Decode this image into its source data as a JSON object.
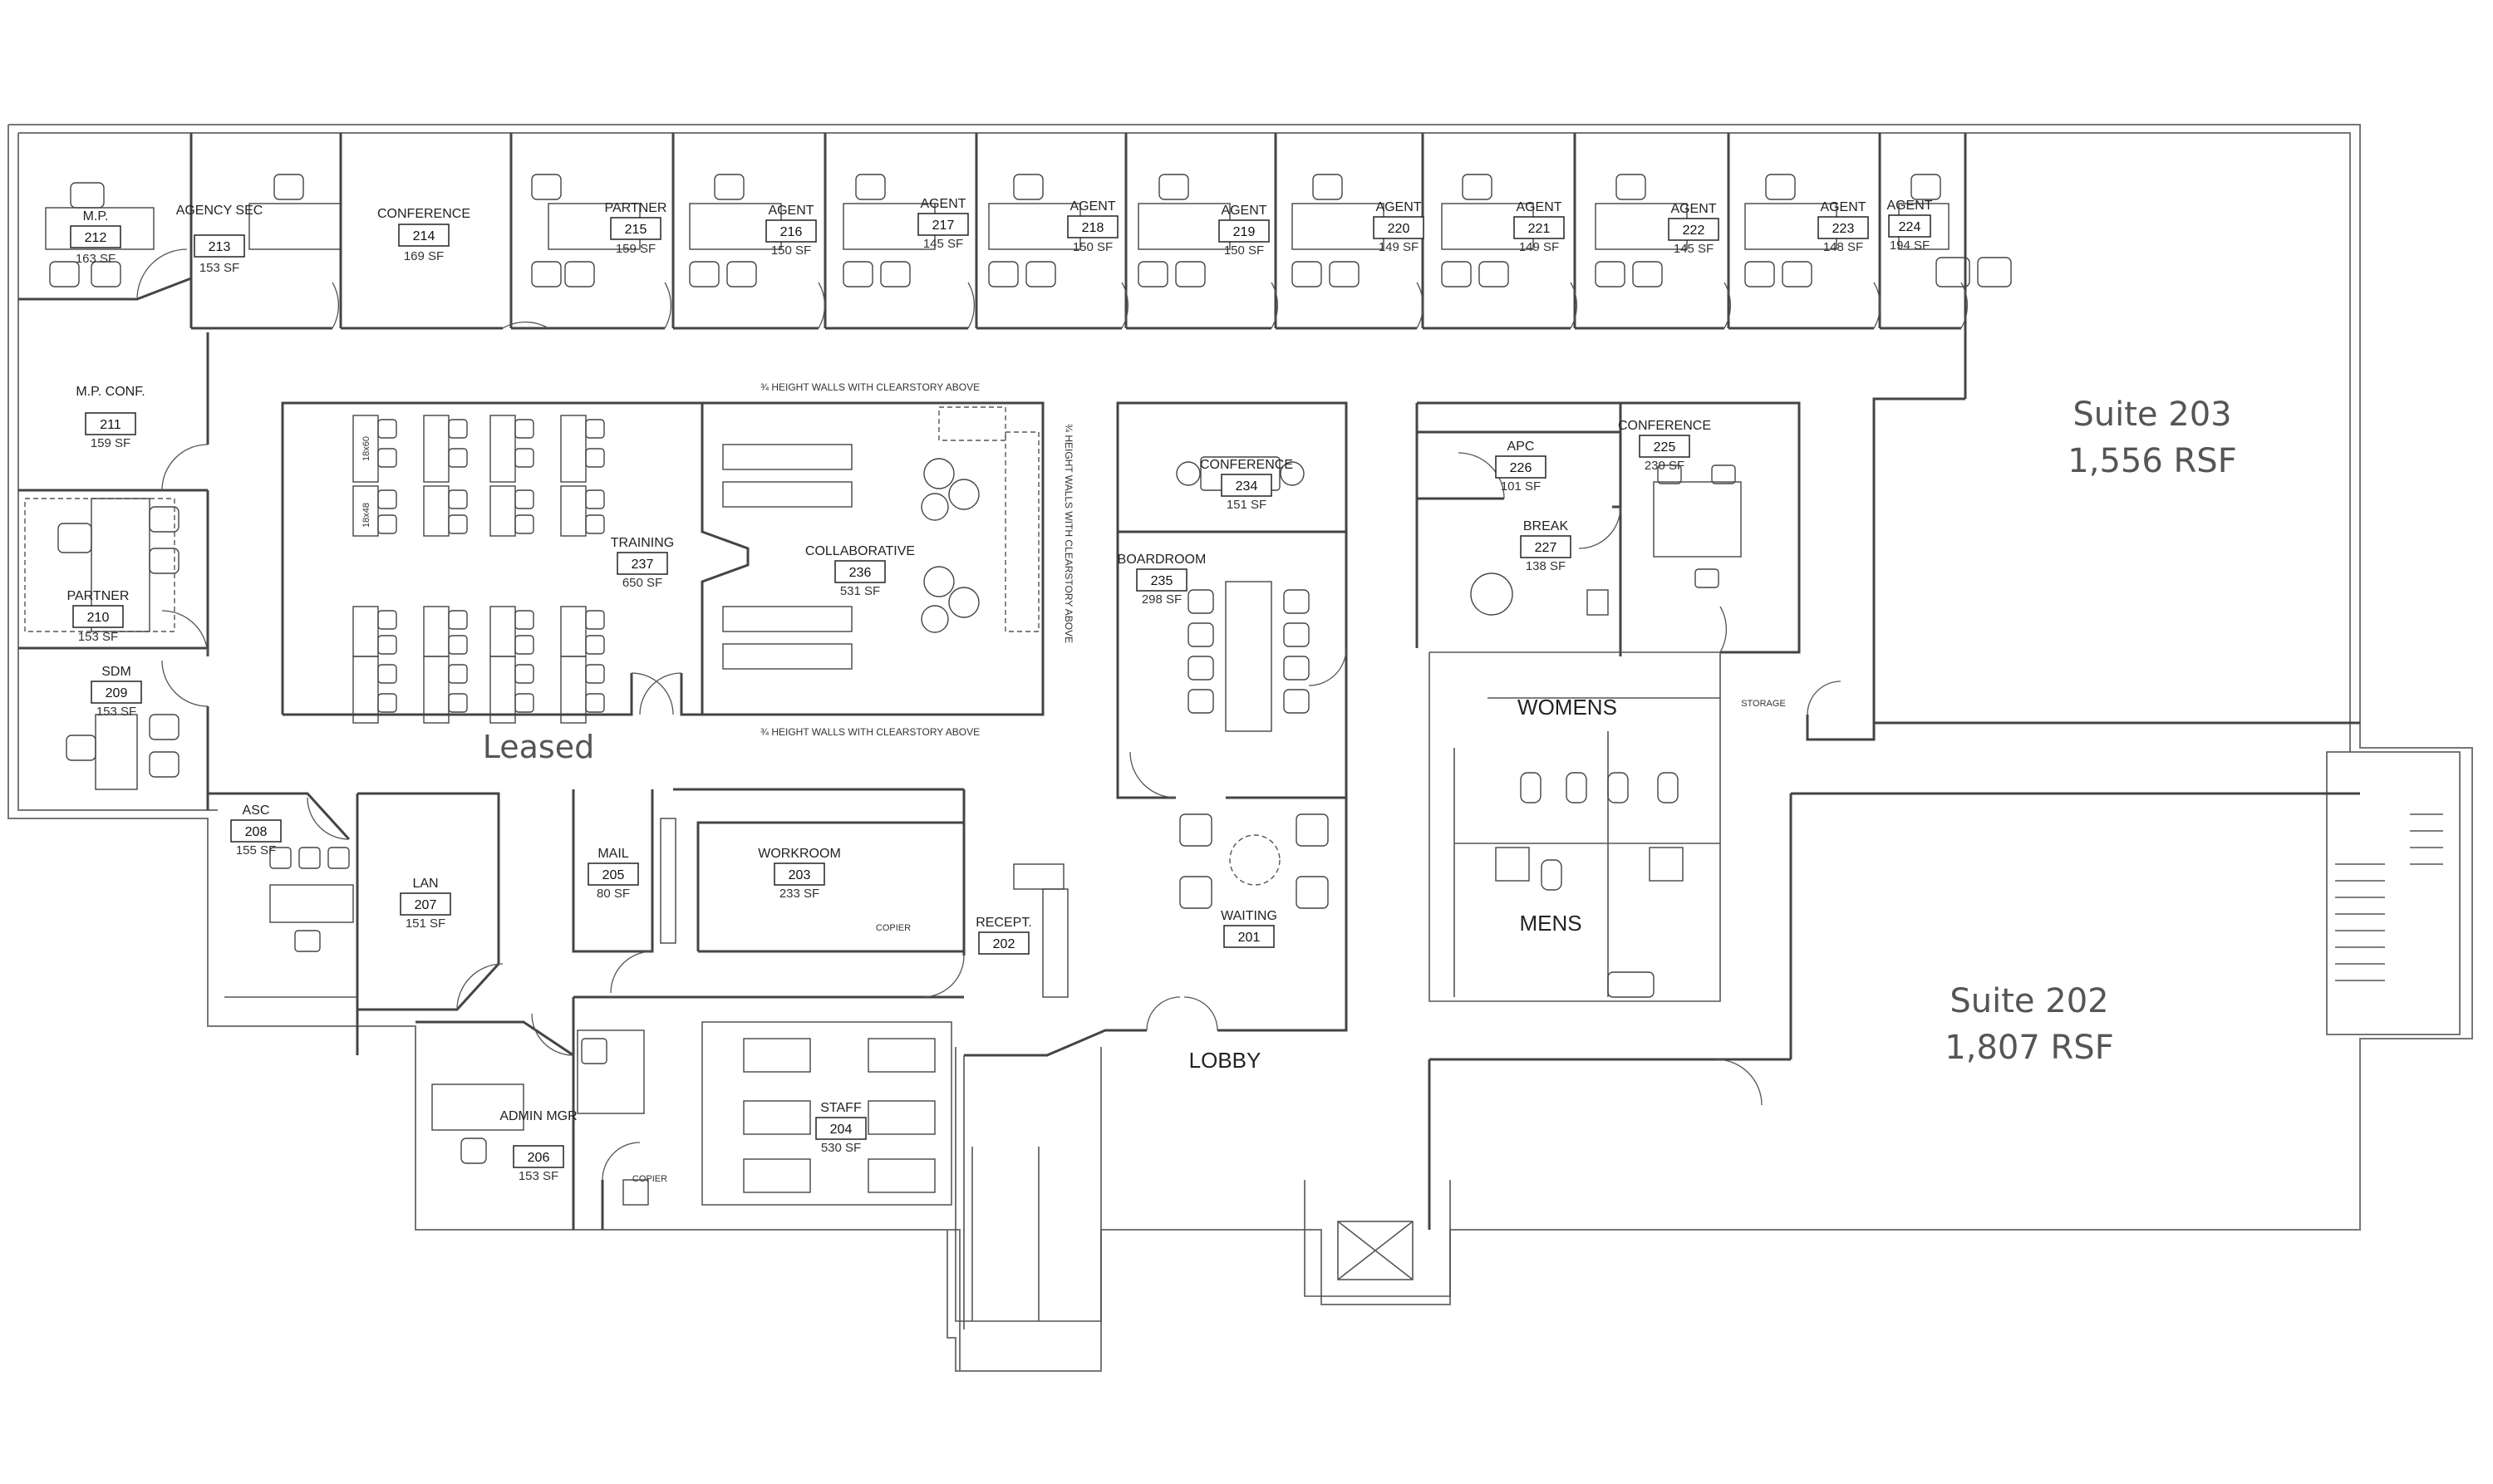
{
  "rooms": [
    {
      "id": "r212",
      "name": "M.P.",
      "num": "212",
      "sf": "163 SF"
    },
    {
      "id": "r213",
      "name": "AGENCY SEC",
      "num": "213",
      "sf": "153 SF"
    },
    {
      "id": "r214",
      "name": "CONFERENCE",
      "num": "214",
      "sf": "169 SF"
    },
    {
      "id": "r215",
      "name": "PARTNER",
      "num": "215",
      "sf": "159 SF"
    },
    {
      "id": "r216",
      "name": "AGENT",
      "num": "216",
      "sf": "150 SF"
    },
    {
      "id": "r217",
      "name": "AGENT",
      "num": "217",
      "sf": "145 SF"
    },
    {
      "id": "r218",
      "name": "AGENT",
      "num": "218",
      "sf": "150 SF"
    },
    {
      "id": "r219",
      "name": "AGENT",
      "num": "219",
      "sf": "150 SF"
    },
    {
      "id": "r220",
      "name": "AGENT",
      "num": "220",
      "sf": "149 SF"
    },
    {
      "id": "r221",
      "name": "AGENT",
      "num": "221",
      "sf": "149 SF"
    },
    {
      "id": "r222",
      "name": "AGENT",
      "num": "222",
      "sf": "145 SF"
    },
    {
      "id": "r223",
      "name": "AGENT",
      "num": "223",
      "sf": "148 SF"
    },
    {
      "id": "r224",
      "name": "AGENT",
      "num": "224",
      "sf": "194 SF"
    },
    {
      "id": "r211",
      "name": "M.P. CONF.",
      "num": "211",
      "sf": "159 SF"
    },
    {
      "id": "r210",
      "name": "PARTNER",
      "num": "210",
      "sf": "153 SF"
    },
    {
      "id": "r209",
      "name": "SDM",
      "num": "209",
      "sf": "153 SF"
    },
    {
      "id": "r237",
      "name": "TRAINING",
      "num": "237",
      "sf": "650 SF"
    },
    {
      "id": "r236",
      "name": "COLLABORATIVE",
      "num": "236",
      "sf": "531 SF"
    },
    {
      "id": "r234",
      "name": "CONFERENCE",
      "num": "234",
      "sf": "151 SF"
    },
    {
      "id": "r235",
      "name": "BOARDROOM",
      "num": "235",
      "sf": "298 SF"
    },
    {
      "id": "r226",
      "name": "APC",
      "num": "226",
      "sf": "101 SF"
    },
    {
      "id": "r227",
      "name": "BREAK",
      "num": "227",
      "sf": "138 SF"
    },
    {
      "id": "r225",
      "name": "CONFERENCE",
      "num": "225",
      "sf": "230 SF"
    },
    {
      "id": "r208",
      "name": "ASC",
      "num": "208",
      "sf": "155 SF"
    },
    {
      "id": "r207",
      "name": "LAN",
      "num": "207",
      "sf": "151 SF"
    },
    {
      "id": "r205",
      "name": "MAIL",
      "num": "205",
      "sf": "80 SF"
    },
    {
      "id": "r203",
      "name": "WORKROOM",
      "num": "203",
      "sf": "233 SF"
    },
    {
      "id": "r202",
      "name": "RECEPT.",
      "num": "202",
      "sf": ""
    },
    {
      "id": "r201",
      "name": "WAITING",
      "num": "201",
      "sf": ""
    },
    {
      "id": "r206",
      "name": "ADMIN MGR",
      "num": "206",
      "sf": "153 SF"
    },
    {
      "id": "r204",
      "name": "STAFF",
      "num": "204",
      "sf": "530 SF"
    }
  ],
  "suites": [
    {
      "name": "Suite 203",
      "rsf": "1,556 RSF"
    },
    {
      "name": "Suite 202",
      "rsf": "1,807 RSF"
    }
  ],
  "labels": {
    "leased": "Leased",
    "lobby": "LOBBY",
    "womens": "WOMENS",
    "mens": "MENS",
    "storage": "STORAGE",
    "copier_workroom": "COPIER",
    "copier_staff": "COPIER",
    "wall_note_top": "¾ HEIGHT WALLS WITH CLEARSTORY ABOVE",
    "wall_note_bottom": "¾ HEIGHT WALLS WITH CLEARSTORY ABOVE",
    "wall_note_side": "¾ HEIGHT WALLS WITH CLEARSTORY ABOVE",
    "desk_18x60": "18x60",
    "desk_18x48": "18x48"
  }
}
